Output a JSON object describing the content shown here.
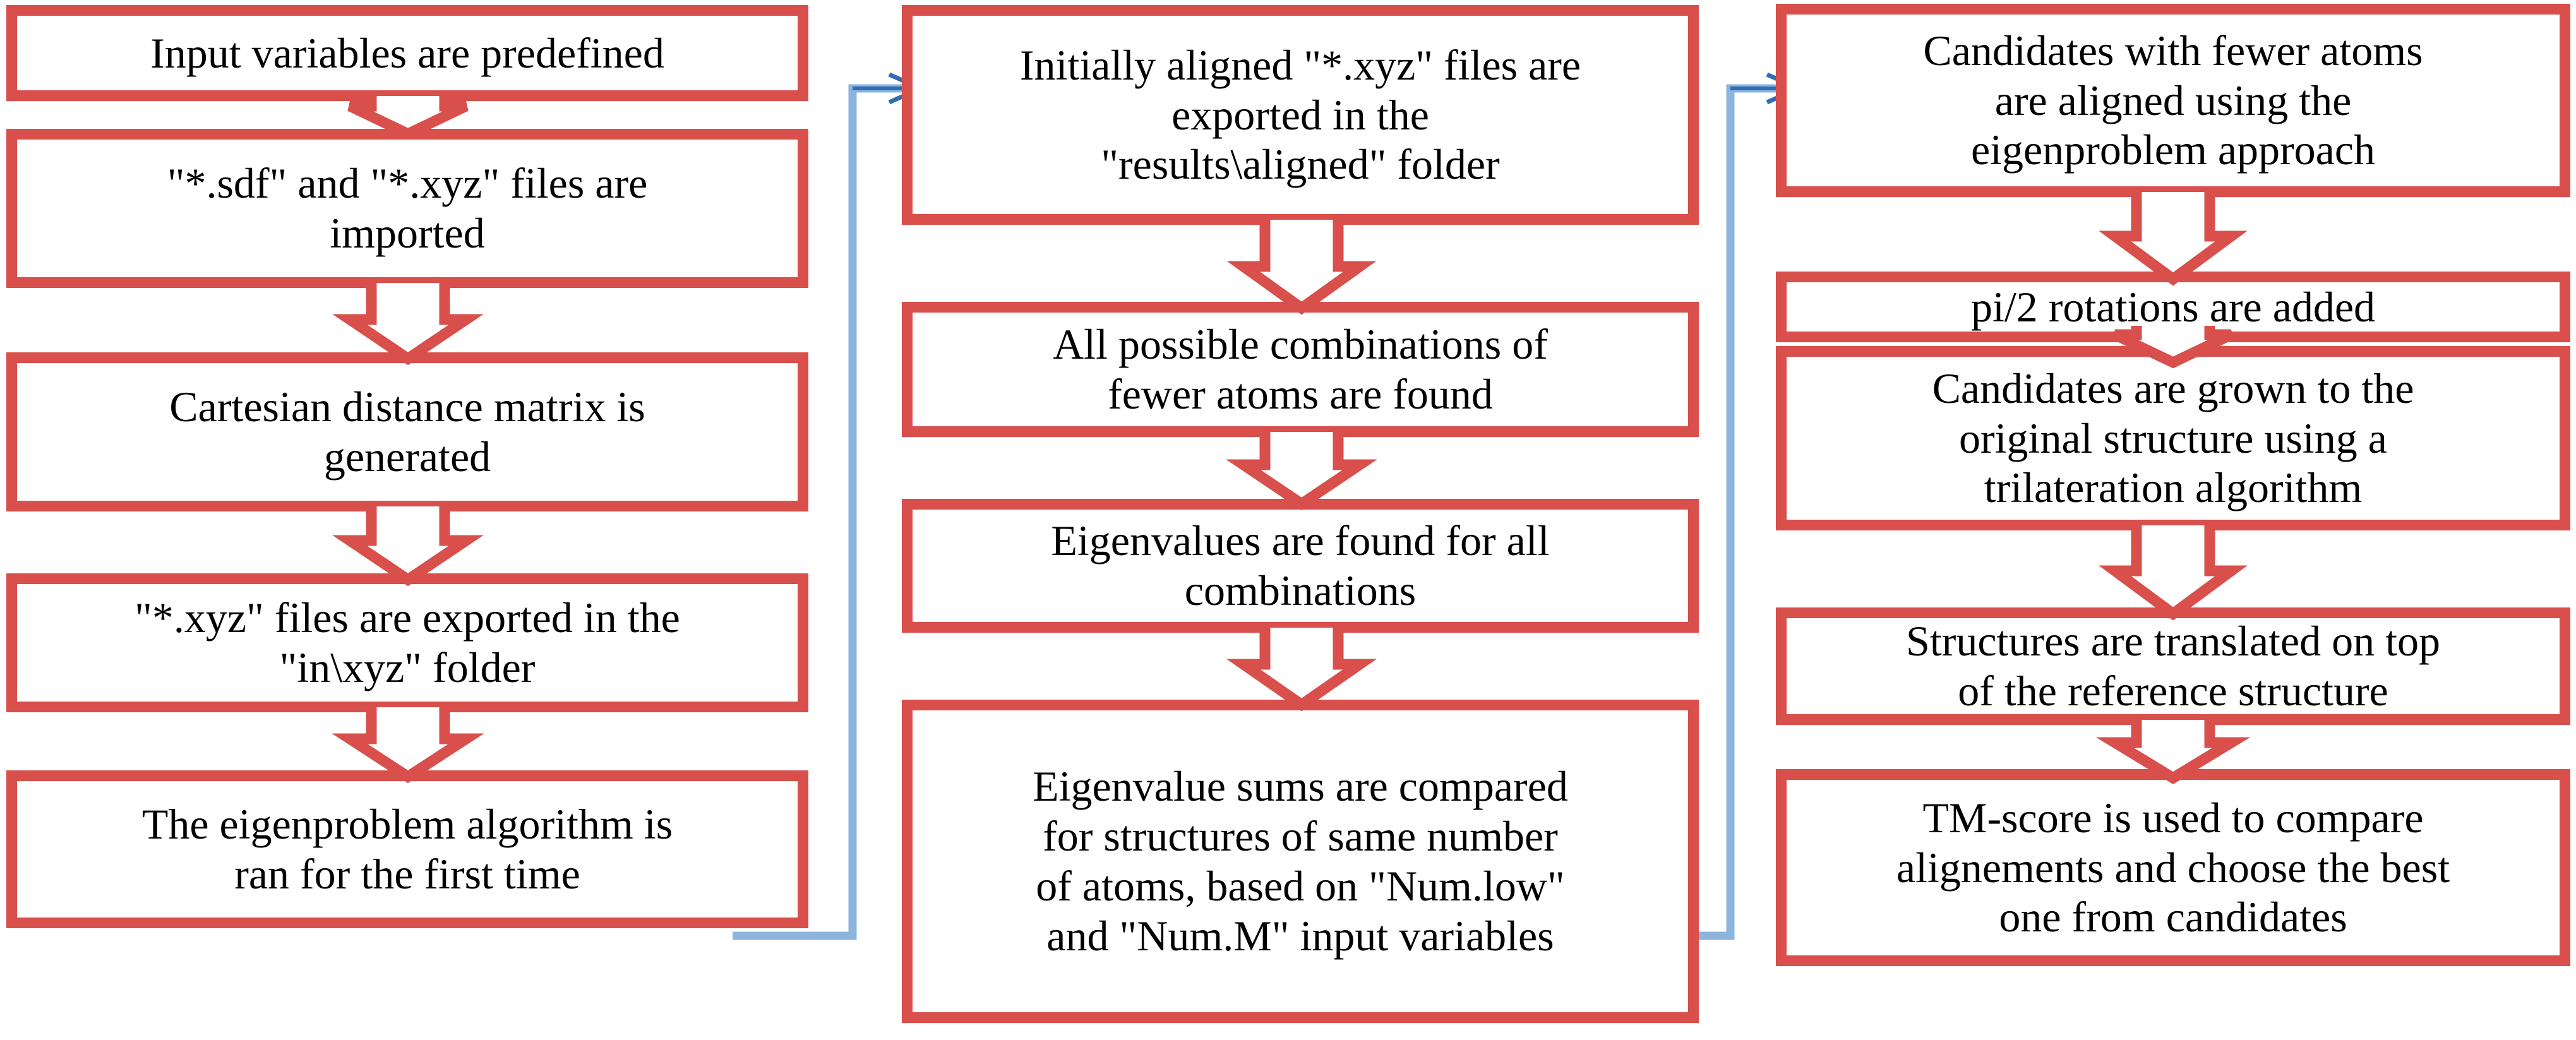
{
  "diagram": {
    "title": "Structure alignment workflow flowchart",
    "colors": {
      "box_border": "#d94f4b",
      "box_fill": "#ffffff",
      "arrow_stroke": "#d94f4b",
      "connector": "#8cb4dd",
      "connector_head": "#2f6eb5",
      "text": "#000000"
    },
    "columns": [
      {
        "name": "column-1",
        "nodes": [
          {
            "id": "c1n1",
            "label": "Input variables are predefined"
          },
          {
            "id": "c1n2",
            "label": "\"*.sdf\" and \"*.xyz\" files are\nimported"
          },
          {
            "id": "c1n3",
            "label": "Cartesian distance matrix is\ngenerated"
          },
          {
            "id": "c1n4",
            "label": "\"*.xyz\" files are exported in the\n\"in\\xyz\" folder"
          },
          {
            "id": "c1n5",
            "label": "The eigenproblem algorithm is\nran for the first time"
          }
        ]
      },
      {
        "name": "column-2",
        "nodes": [
          {
            "id": "c2n1",
            "label": "Initially aligned \"*.xyz\" files are\nexported in the\n\"results\\aligned\" folder"
          },
          {
            "id": "c2n2",
            "label": "All possible combinations of\nfewer atoms are found"
          },
          {
            "id": "c2n3",
            "label": "Eigenvalues are found for all\ncombinations"
          },
          {
            "id": "c2n4",
            "label": "Eigenvalue sums are compared\nfor structures of same number\nof atoms, based on \"Num.low\"\nand \"Num.M\" input variables"
          }
        ]
      },
      {
        "name": "column-3",
        "nodes": [
          {
            "id": "c3n1",
            "label": "Candidates with fewer atoms\nare aligned using the\neigenproblem approach"
          },
          {
            "id": "c3n2",
            "label": "pi/2 rotations are added"
          },
          {
            "id": "c3n3",
            "label": "Candidates are grown to the\noriginal structure using a\ntrilateration algorithm"
          },
          {
            "id": "c3n4",
            "label": "Structures are translated on top\nof the reference structure"
          },
          {
            "id": "c3n5",
            "label": "TM-score is used to compare\nalignements and choose the best\none from candidates"
          }
        ]
      }
    ],
    "flow_arrows": [
      {
        "id": "a1-1",
        "from": "c1n1",
        "to": "c1n2",
        "kind": "block-arrow-down"
      },
      {
        "id": "a1-2",
        "from": "c1n2",
        "to": "c1n3",
        "kind": "block-arrow-down"
      },
      {
        "id": "a1-3",
        "from": "c1n3",
        "to": "c1n4",
        "kind": "block-arrow-down"
      },
      {
        "id": "a1-4",
        "from": "c1n4",
        "to": "c1n5",
        "kind": "block-arrow-down"
      },
      {
        "id": "a2-1",
        "from": "c2n1",
        "to": "c2n2",
        "kind": "block-arrow-down"
      },
      {
        "id": "a2-2",
        "from": "c2n2",
        "to": "c2n3",
        "kind": "block-arrow-down"
      },
      {
        "id": "a2-3",
        "from": "c2n3",
        "to": "c2n4",
        "kind": "block-arrow-down"
      },
      {
        "id": "a3-1",
        "from": "c3n1",
        "to": "c3n2",
        "kind": "block-arrow-down"
      },
      {
        "id": "a3-2",
        "from": "c3n2",
        "to": "c3n3",
        "kind": "block-arrow-down"
      },
      {
        "id": "a3-3",
        "from": "c3n3",
        "to": "c3n4",
        "kind": "block-arrow-down"
      },
      {
        "id": "a3-4",
        "from": "c3n4",
        "to": "c3n5",
        "kind": "block-arrow-down"
      }
    ],
    "connectors": [
      {
        "id": "conn-1",
        "from": "c1n5",
        "to": "c2n1",
        "kind": "elbow-arrow-right"
      },
      {
        "id": "conn-2",
        "from": "c2n4",
        "to": "c3n1",
        "kind": "elbow-arrow-right"
      }
    ]
  }
}
